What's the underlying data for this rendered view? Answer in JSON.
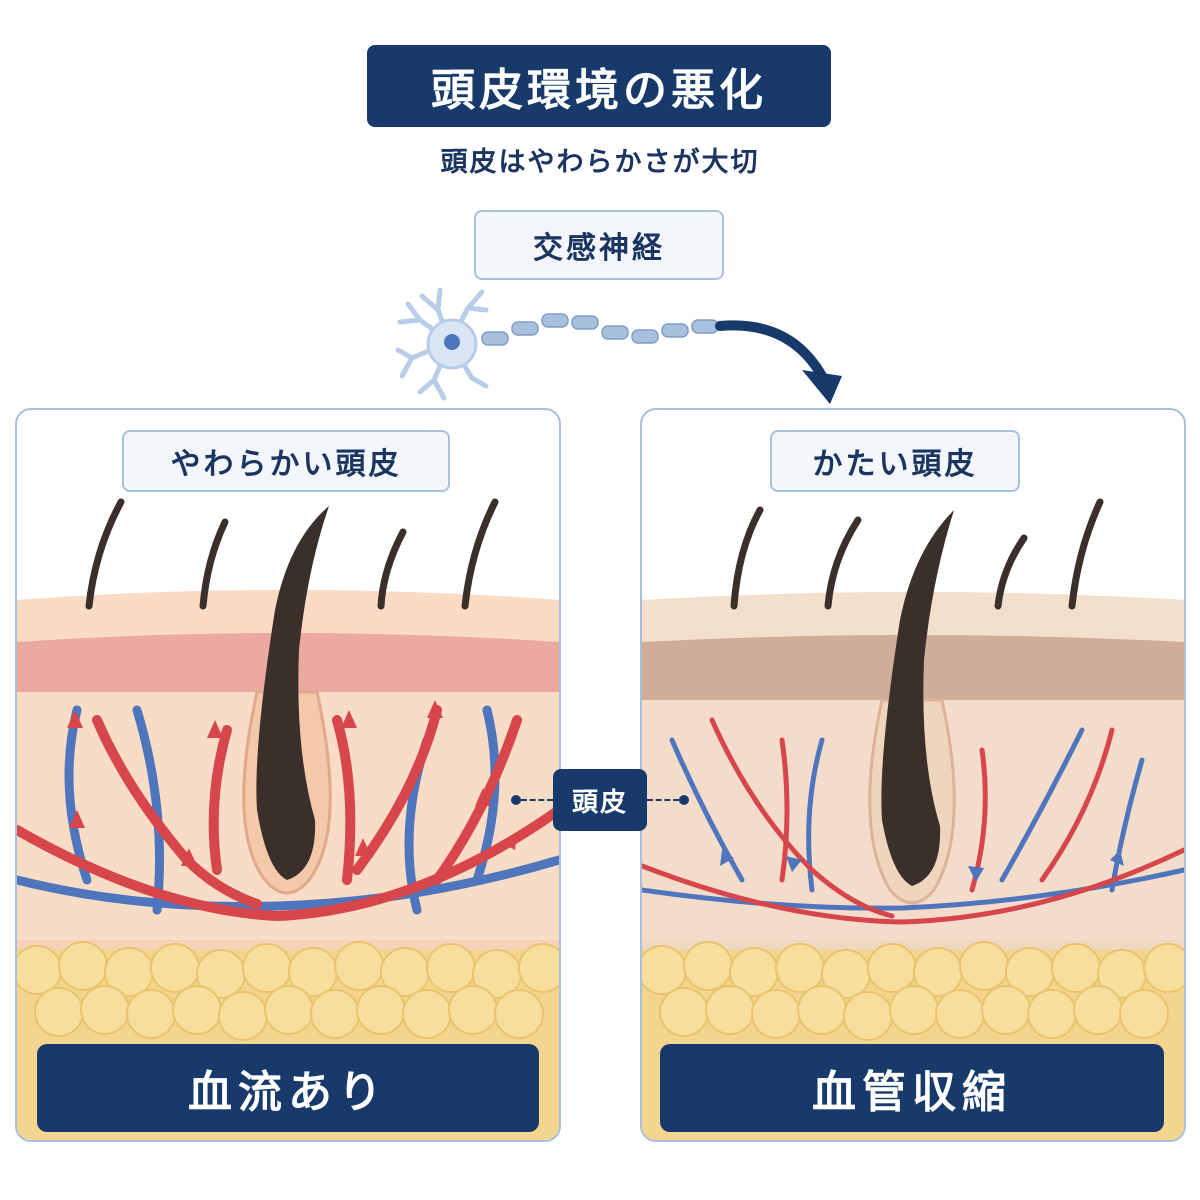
{
  "header": {
    "title": "頭皮環境の悪化",
    "subtitle": "頭皮はやわらかさが大切"
  },
  "nerve": {
    "label": "交感神経",
    "icon": "neuron-icon"
  },
  "panels": {
    "left": {
      "label": "やわらかい頭皮",
      "banner": "血流あり"
    },
    "right": {
      "label": "かたい頭皮",
      "banner": "血管収縮"
    }
  },
  "scalp_tag": "頭皮",
  "colors": {
    "navy": "#173a6b",
    "artery": "#d6464b",
    "vein": "#4f76bd",
    "hair": "#3a2f2b",
    "fat": "#f2d27a"
  }
}
